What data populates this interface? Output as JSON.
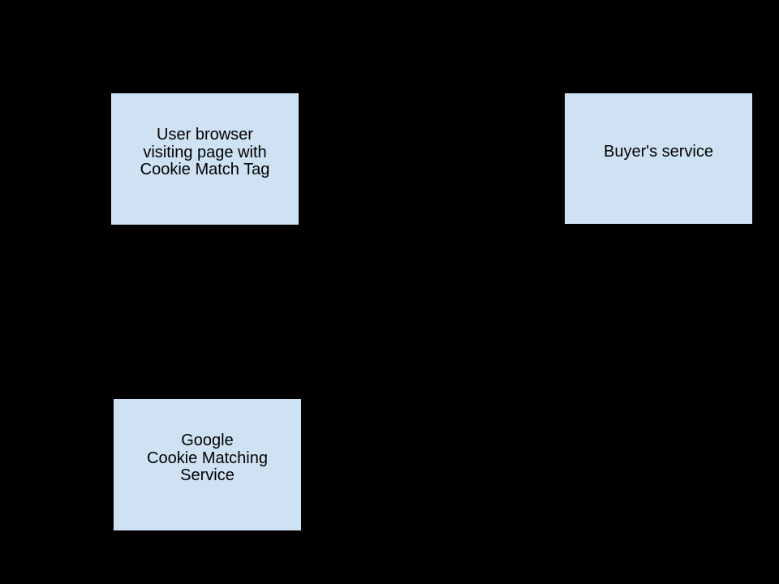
{
  "colors": {
    "background": "#000000",
    "box_fill": "#cfe2f3",
    "text": "#000000"
  },
  "diagram": {
    "nodes": [
      {
        "id": "user-browser",
        "label": "User browser\nvisiting page with\nCookie Match Tag"
      },
      {
        "id": "buyers-service",
        "label": "Buyer's service"
      },
      {
        "id": "google-cookie-matching-service",
        "label": "Google\nCookie Matching\nService"
      }
    ]
  }
}
